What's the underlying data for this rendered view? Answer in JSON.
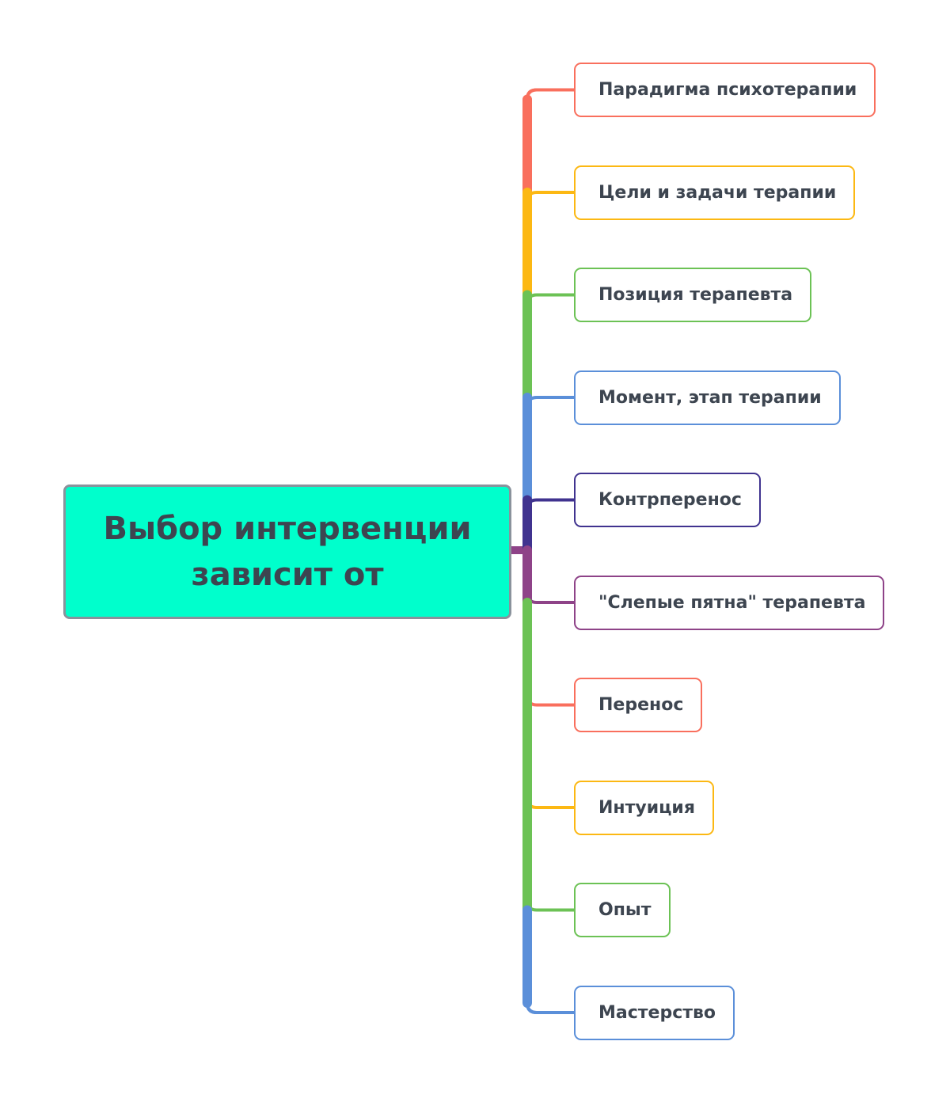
{
  "root": {
    "title": "Выбор интервенции зависит от",
    "fill_color": "#00ffcc",
    "border_color": "#8a929c"
  },
  "branches": [
    {
      "label": "Парадигма психотерапии",
      "color": "#f96f5d"
    },
    {
      "label": "Цели и задачи терапии",
      "color": "#fcb813"
    },
    {
      "label": "Позиция терапевта",
      "color": "#6cc255"
    },
    {
      "label": "Момент, этап терапии",
      "color": "#5b8fd9"
    },
    {
      "label": "Контрперенос",
      "color": "#40338f"
    },
    {
      "label": "\"Слепые пятна\" терапевта",
      "color": "#8e4388"
    },
    {
      "label": "Перенос",
      "color": "#f96f5d"
    },
    {
      "label": "Интуиция",
      "color": "#fcb813"
    },
    {
      "label": "Опыт",
      "color": "#6cc255"
    },
    {
      "label": "Мастерство",
      "color": "#5b8fd9"
    }
  ]
}
